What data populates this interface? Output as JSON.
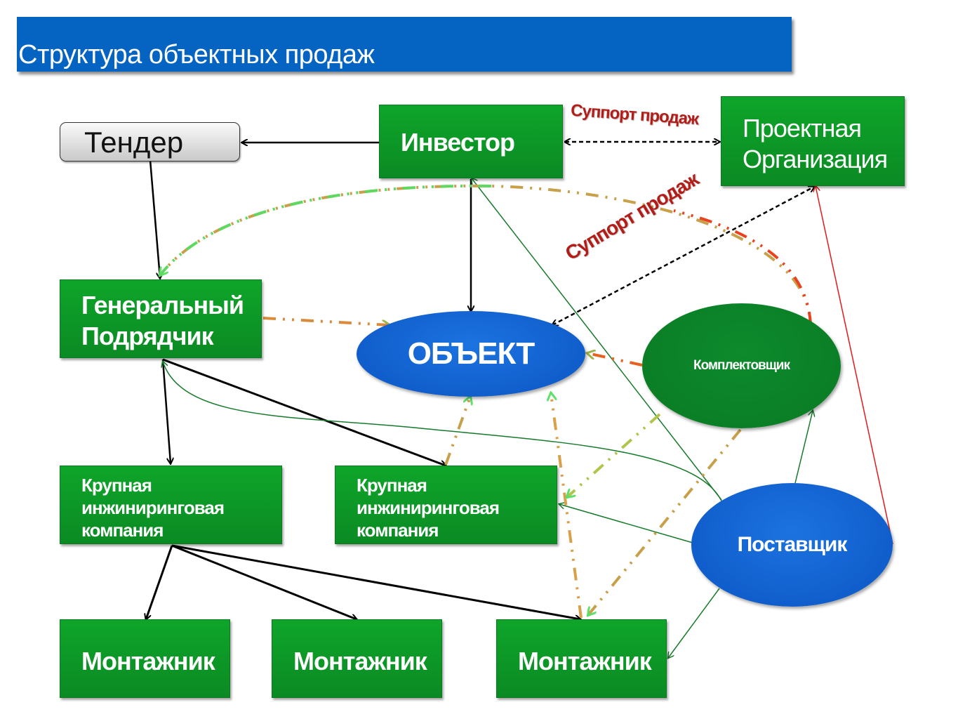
{
  "title": "Структура объектных продаж",
  "nodes": {
    "tender": "Тендер",
    "investor": "Инвестор",
    "project_org": "Проектная Организация",
    "project_org_line1": "Проектная",
    "project_org_line2": "Организация",
    "general_contractor_line1": "Генеральный",
    "general_contractor_line2": "Подрядчик",
    "object": "ОБЪЕКТ",
    "completer": "Комплектовщик",
    "engineering_1": [
      "Крупная",
      "инжиниринговая",
      "компания"
    ],
    "engineering_2": [
      "Крупная",
      "инжиниринговая",
      "компания"
    ],
    "supplier": "Поставщик",
    "installer_1": "Монтажник",
    "installer_2": "Монтажник",
    "installer_3": "Монтажник"
  },
  "edge_labels": {
    "sales_support_top": "Суппорт продаж",
    "sales_support_diag": "Суппорт продаж"
  },
  "colors": {
    "title_bg": "#0563c1",
    "box_green": "#0b8a23",
    "ellipse_blue": "#0b55c4",
    "label_red": "#b31d18"
  }
}
